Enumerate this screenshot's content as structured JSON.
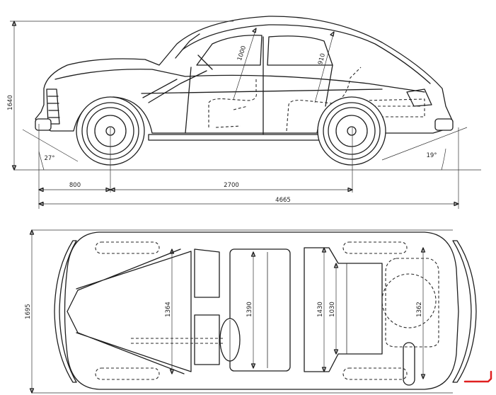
{
  "side_view": {
    "height_label": "1640",
    "front_overhang_label": "800",
    "wheelbase_label": "2700",
    "overall_length_label": "4665",
    "approach_angle_label": "27°",
    "departure_angle_label": "19°",
    "front_seat_label": "1000",
    "rear_seat_label": "910"
  },
  "top_view": {
    "width_label": "1695",
    "front_seat_width_label": "1364",
    "middle_width_label": "1390",
    "rear_width_label": "1430",
    "rear_seat_width_label": "1030",
    "trunk_width_label": "1362"
  },
  "colors": {
    "line": "#1e1e1e",
    "marker": "#e02020"
  }
}
